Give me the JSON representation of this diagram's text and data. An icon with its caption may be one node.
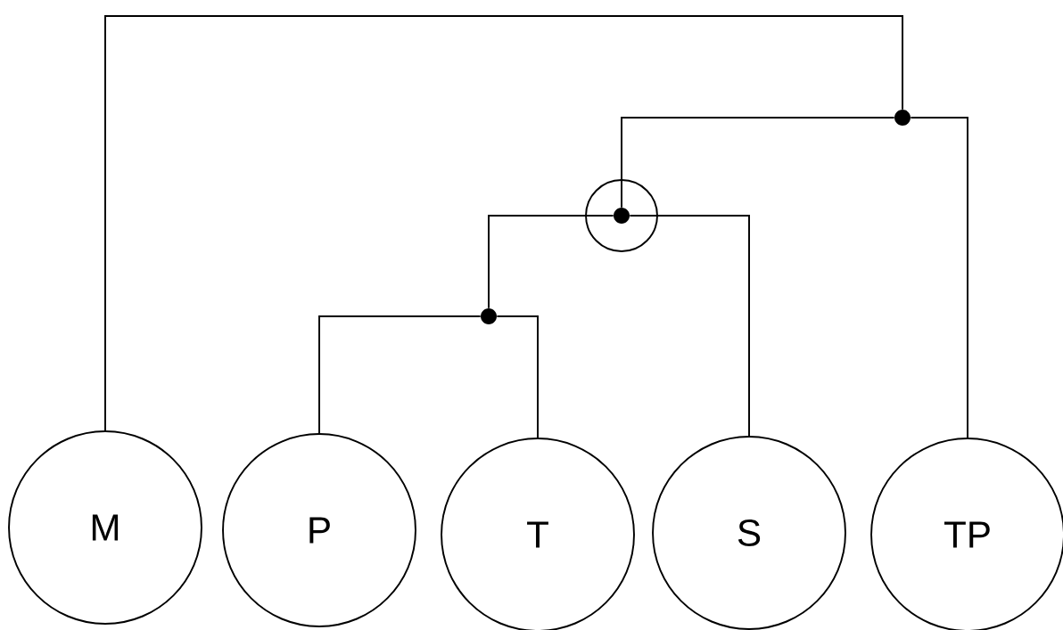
{
  "diagram": {
    "nodes": [
      {
        "text": [
          "M"
        ]
      },
      {
        "text": [
          "P"
        ]
      },
      {
        "text": [
          "T"
        ]
      },
      {
        "text": [
          "S"
        ]
      },
      {
        "text": [
          "TP"
        ]
      },
      {
        "text": [],
        "shape": "dot"
      },
      {
        "text": [],
        "shape": "circle"
      },
      {
        "text": [],
        "shape": "dot",
        "in": 6
      },
      {
        "text": [],
        "shape": "dot"
      }
    ],
    "edges": [
      {
        "from": 1,
        "to": 5,
        "arrow": "none"
      },
      {
        "from": 2,
        "to": 5,
        "arrow": "none"
      },
      {
        "from": 5,
        "to": 7,
        "arrow": "none"
      },
      {
        "from": 3,
        "to": 7,
        "arrow": "none"
      },
      {
        "from": 7,
        "to": 8,
        "arrow": "none"
      },
      {
        "from": 4,
        "to": 8,
        "arrow": "none"
      },
      {
        "from": 0,
        "to": 8,
        "arrow": "none"
      }
    ]
  }
}
